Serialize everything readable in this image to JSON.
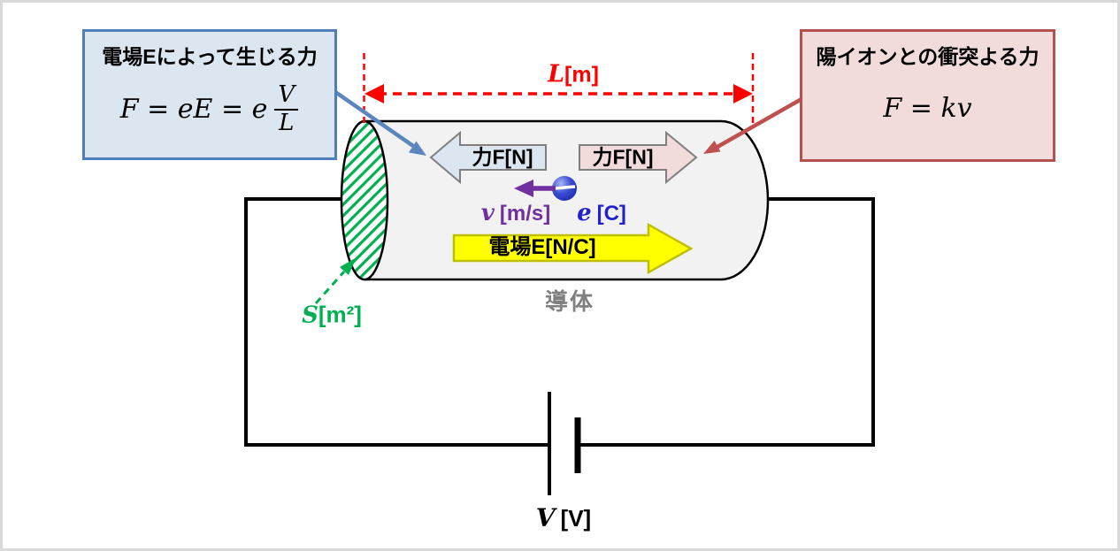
{
  "left_annotation": {
    "title": "電場Eによって生じる力",
    "formula_prefix": "F = eE = e",
    "fraction_numerator": "V",
    "fraction_denominator": "L"
  },
  "right_annotation": {
    "title": "陽イオンとの衝突よる力",
    "formula": "F = kv"
  },
  "dimension_label": {
    "var": "L",
    "unit": "[m]"
  },
  "force_arrows": {
    "left_label": "力F[N]",
    "right_label": "力F[N]"
  },
  "field_arrow": {
    "label": "電場E[N/C]"
  },
  "electron": {
    "velocity_var": "v",
    "velocity_unit": "[m/s]",
    "charge_var": "e",
    "charge_unit": "[C]"
  },
  "conductor": {
    "label": "導体",
    "area_var": "S",
    "area_unit": "[m²]"
  },
  "battery": {
    "voltage_var": "V",
    "voltage_unit": "[V]"
  },
  "colors": {
    "dimension_red": "#ff0000",
    "area_green": "#00b050",
    "velocity_purple": "#7030a0",
    "charge_blue": "#2222cc",
    "conductor_gray": "#808080",
    "left_box_fill": "#dce6f1",
    "left_box_border": "#4f7fba",
    "right_box_fill": "#f2dcdb",
    "right_box_border": "#b4504e",
    "field_yellow": "#ffff00",
    "field_yellow_border": "#bfbf00",
    "force_arrow_border": "#7f7f7f",
    "cylinder_fill": "#f2f2f2"
  }
}
